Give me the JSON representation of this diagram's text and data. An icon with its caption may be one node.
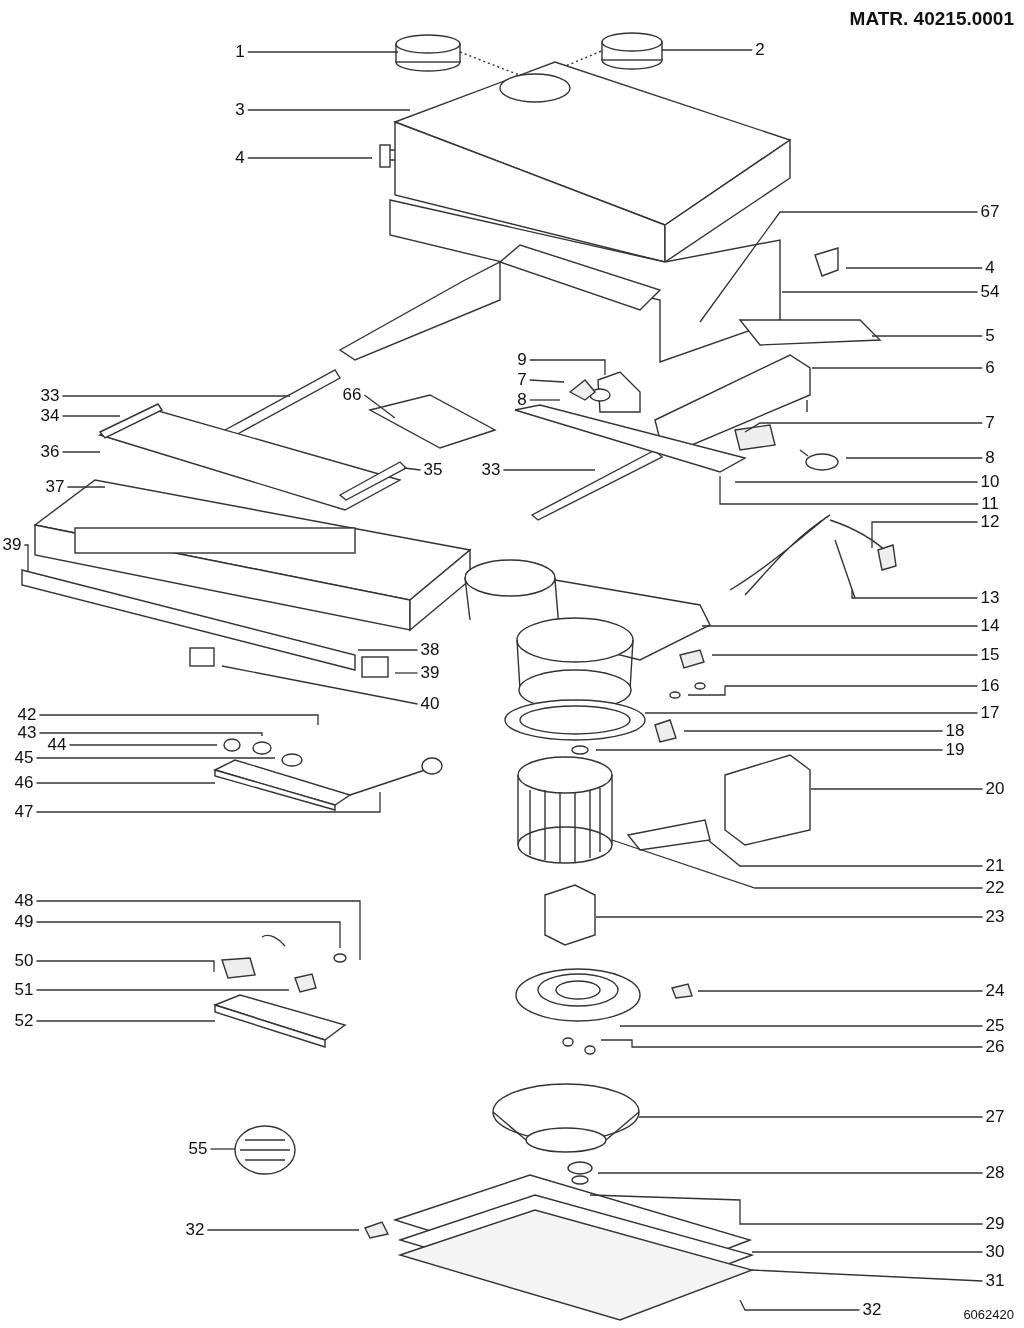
{
  "diagram": {
    "nodes": [
      {
        "text": [
          "1"
        ]
      },
      {
        "text": [
          "2"
        ]
      },
      {
        "text": [
          "3"
        ]
      },
      {
        "text": [
          "4"
        ]
      },
      {
        "text": [
          "67"
        ]
      },
      {
        "text": [
          "4"
        ]
      },
      {
        "text": [
          "54"
        ]
      },
      {
        "text": [
          "5"
        ]
      },
      {
        "text": [
          "9"
        ]
      },
      {
        "text": [
          "6"
        ]
      },
      {
        "text": [
          "7"
        ]
      },
      {
        "text": [
          "33"
        ]
      },
      {
        "text": [
          "66"
        ]
      },
      {
        "text": [
          "8"
        ]
      },
      {
        "text": [
          "34"
        ]
      },
      {
        "text": [
          "7"
        ]
      },
      {
        "text": [
          "36"
        ]
      },
      {
        "text": [
          "8"
        ]
      },
      {
        "text": [
          "35"
        ]
      },
      {
        "text": [
          "33"
        ]
      },
      {
        "text": [
          "10"
        ]
      },
      {
        "text": [
          "37"
        ]
      },
      {
        "text": [
          "11"
        ]
      },
      {
        "text": [
          "12"
        ]
      },
      {
        "text": [
          "39"
        ]
      },
      {
        "text": [
          "13"
        ]
      },
      {
        "text": [
          "14"
        ]
      },
      {
        "text": [
          "38"
        ]
      },
      {
        "text": [
          "15"
        ]
      },
      {
        "text": [
          "39"
        ]
      },
      {
        "text": [
          "16"
        ]
      },
      {
        "text": [
          "40"
        ]
      },
      {
        "text": [
          "17"
        ]
      },
      {
        "text": [
          "42"
        ]
      },
      {
        "text": [
          "43"
        ]
      },
      {
        "text": [
          "18"
        ]
      },
      {
        "text": [
          "44"
        ]
      },
      {
        "text": [
          "19"
        ]
      },
      {
        "text": [
          "45"
        ]
      },
      {
        "text": [
          "46"
        ]
      },
      {
        "text": [
          "20"
        ]
      },
      {
        "text": [
          "47"
        ]
      },
      {
        "text": [
          "21"
        ]
      },
      {
        "text": [
          "22"
        ]
      },
      {
        "text": [
          "48"
        ]
      },
      {
        "text": [
          "23"
        ]
      },
      {
        "text": [
          "49"
        ]
      },
      {
        "text": [
          "50"
        ]
      },
      {
        "text": [
          "51"
        ]
      },
      {
        "text": [
          "24"
        ]
      },
      {
        "text": [
          "52"
        ]
      },
      {
        "text": [
          "25"
        ]
      },
      {
        "text": [
          "26"
        ]
      },
      {
        "text": [
          "27"
        ]
      },
      {
        "text": [
          "55"
        ]
      },
      {
        "text": [
          "28"
        ]
      },
      {
        "text": [
          "29"
        ]
      },
      {
        "text": [
          "32"
        ]
      },
      {
        "text": [
          "30"
        ]
      },
      {
        "text": [
          "31"
        ]
      },
      {
        "text": [
          "32"
        ]
      }
    ],
    "edges": [
      {
        "from": 0,
        "to": null,
        "arrow": "none"
      },
      {
        "from": 1,
        "to": null,
        "arrow": "none"
      },
      {
        "from": 2,
        "to": null,
        "arrow": "none"
      },
      {
        "from": 3,
        "to": null,
        "arrow": "none"
      },
      {
        "from": 4,
        "to": null,
        "arrow": "none"
      },
      {
        "from": 5,
        "to": null,
        "arrow": "none"
      },
      {
        "from": 6,
        "to": null,
        "arrow": "none"
      },
      {
        "from": 7,
        "to": null,
        "arrow": "none"
      },
      {
        "from": 8,
        "to": null,
        "arrow": "none"
      },
      {
        "from": 9,
        "to": null,
        "arrow": "none"
      },
      {
        "from": 10,
        "to": null,
        "arrow": "none"
      },
      {
        "from": 11,
        "to": null,
        "arrow": "none"
      },
      {
        "from": 12,
        "to": null,
        "arrow": "none"
      },
      {
        "from": 13,
        "to": null,
        "arrow": "none"
      },
      {
        "from": 14,
        "to": null,
        "arrow": "none"
      },
      {
        "from": 15,
        "to": null,
        "arrow": "none"
      },
      {
        "from": 16,
        "to": null,
        "arrow": "none"
      },
      {
        "from": 17,
        "to": null,
        "arrow": "none"
      },
      {
        "from": 18,
        "to": null,
        "arrow": "none"
      },
      {
        "from": 19,
        "to": null,
        "arrow": "none"
      },
      {
        "from": 20,
        "to": null,
        "arrow": "none"
      },
      {
        "from": 21,
        "to": null,
        "arrow": "none"
      },
      {
        "from": 22,
        "to": null,
        "arrow": "none"
      },
      {
        "from": 23,
        "to": null,
        "arrow": "none"
      },
      {
        "from": 24,
        "to": null,
        "arrow": "none"
      },
      {
        "from": 25,
        "to": null,
        "arrow": "none"
      },
      {
        "from": 26,
        "to": null,
        "arrow": "none"
      },
      {
        "from": 27,
        "to": null,
        "arrow": "none"
      },
      {
        "from": 28,
        "to": null,
        "arrow": "none"
      },
      {
        "from": 29,
        "to": null,
        "arrow": "none"
      },
      {
        "from": 30,
        "to": null,
        "arrow": "none"
      },
      {
        "from": 31,
        "to": null,
        "arrow": "none"
      },
      {
        "from": 32,
        "to": null,
        "arrow": "none"
      },
      {
        "from": 33,
        "to": null,
        "arrow": "none"
      },
      {
        "from": 34,
        "to": null,
        "arrow": "none"
      },
      {
        "from": 35,
        "to": null,
        "arrow": "none"
      },
      {
        "from": 36,
        "to": null,
        "arrow": "none"
      },
      {
        "from": 37,
        "to": null,
        "arrow": "none"
      },
      {
        "from": 38,
        "to": null,
        "arrow": "none"
      },
      {
        "from": 39,
        "to": null,
        "arrow": "none"
      },
      {
        "from": 40,
        "to": null,
        "arrow": "none"
      },
      {
        "from": 41,
        "to": null,
        "arrow": "none"
      },
      {
        "from": 42,
        "to": null,
        "arrow": "none"
      },
      {
        "from": 43,
        "to": null,
        "arrow": "none"
      },
      {
        "from": 44,
        "to": null,
        "arrow": "none"
      },
      {
        "from": 45,
        "to": null,
        "arrow": "none"
      },
      {
        "from": 46,
        "to": null,
        "arrow": "none"
      },
      {
        "from": 47,
        "to": null,
        "arrow": "none"
      },
      {
        "from": 48,
        "to": null,
        "arrow": "none"
      },
      {
        "from": 49,
        "to": null,
        "arrow": "none"
      },
      {
        "from": 50,
        "to": null,
        "arrow": "none"
      },
      {
        "from": 51,
        "to": null,
        "arrow": "none"
      },
      {
        "from": 52,
        "to": null,
        "arrow": "none"
      },
      {
        "from": 53,
        "to": null,
        "arrow": "none"
      },
      {
        "from": 54,
        "to": null,
        "arrow": "none"
      },
      {
        "from": 55,
        "to": null,
        "arrow": "none"
      },
      {
        "from": 56,
        "to": null,
        "arrow": "none"
      },
      {
        "from": 57,
        "to": null,
        "arrow": "none"
      },
      {
        "from": 58,
        "to": null,
        "arrow": "none"
      },
      {
        "from": 59,
        "to": null,
        "arrow": "none"
      },
      {
        "from": 60,
        "to": null,
        "arrow": "none"
      }
    ],
    "labels": [
      "MATR. 40215.0001",
      "6062420"
    ]
  }
}
